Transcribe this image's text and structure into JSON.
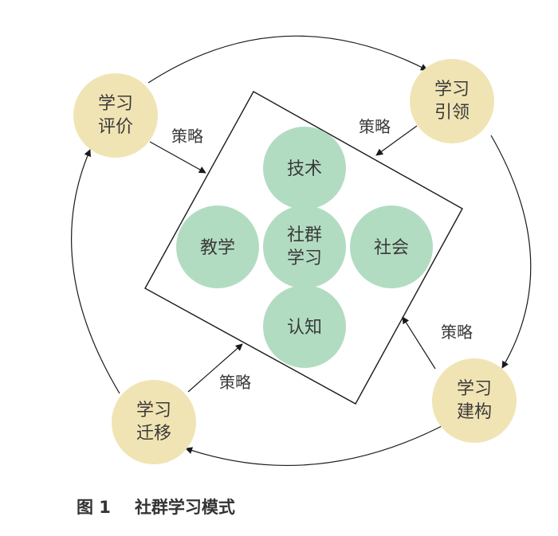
{
  "outer_nodes": {
    "evaluation": {
      "line1": "学习",
      "line2": "评价"
    },
    "guidance": {
      "line1": "学习",
      "line2": "引领"
    },
    "construction": {
      "line1": "学习",
      "line2": "建构"
    },
    "transfer": {
      "line1": "学习",
      "line2": "迁移"
    }
  },
  "strategy_labels": {
    "top_left": "策略",
    "top_right": "策略",
    "bottom_right": "策略",
    "bottom_left": "策略"
  },
  "inner_nodes": {
    "top": "技术",
    "left": "教学",
    "center_line1": "社群",
    "center_line2": "学习",
    "right": "社会",
    "bottom": "认知"
  },
  "caption": {
    "number": "图 1",
    "title": "社群学习模式"
  },
  "colors": {
    "outer_node_fill": "#f1e4b4",
    "inner_node_fill": "#b2dcc1",
    "stroke": "#1a1a1a",
    "text": "#3a3a3a"
  }
}
